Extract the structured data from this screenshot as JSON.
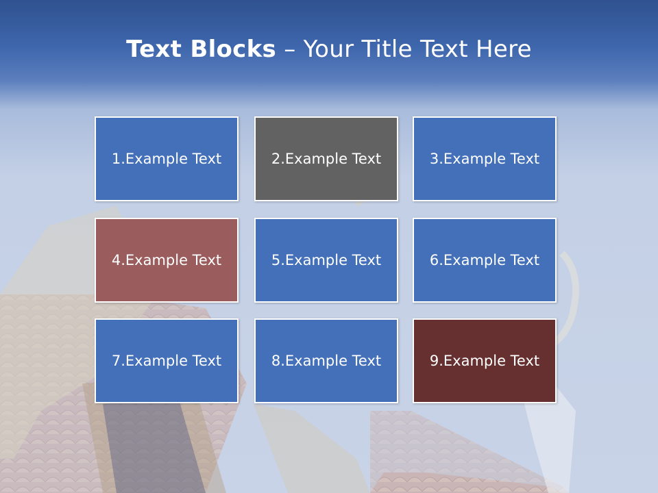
{
  "slide": {
    "title_bold": "Text Blocks",
    "title_dash": " – ",
    "title_rest": "Your Title Text Here"
  },
  "blocks": [
    {
      "label": "1.Example Text",
      "color": "#4370b8"
    },
    {
      "label": "2.Example Text",
      "color": "#626262"
    },
    {
      "label": "3.Example Text",
      "color": "#4370b8"
    },
    {
      "label": "4.Example Text",
      "color": "#9a5c5c"
    },
    {
      "label": "5.Example Text",
      "color": "#4370b8"
    },
    {
      "label": "6.Example Text",
      "color": "#4370b8"
    },
    {
      "label": "7.Example Text",
      "color": "#4370b8"
    },
    {
      "label": "8.Example Text",
      "color": "#4370b8"
    },
    {
      "label": "9.Example Text",
      "color": "#673030"
    }
  ]
}
